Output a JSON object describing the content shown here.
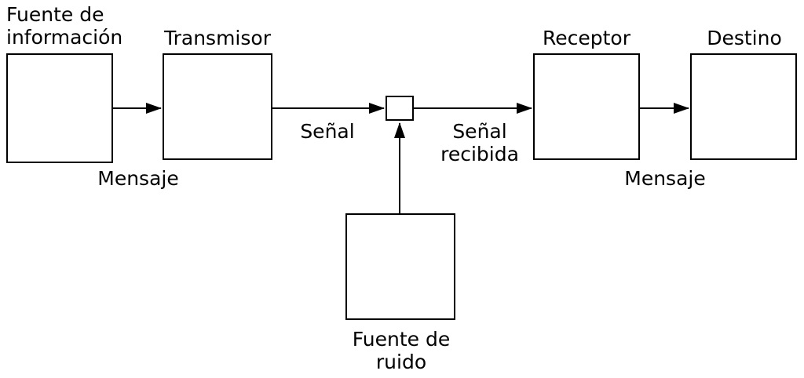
{
  "nodes": {
    "information_source": "Fuente de\ninformación",
    "transmitter": "Transmisor",
    "receiver": "Receptor",
    "destination": "Destino",
    "noise_source": "Fuente de\nruido"
  },
  "labels": {
    "message_left": "Mensaje",
    "signal": "Señal",
    "signal_received": "Señal\nrecibida",
    "message_right": "Mensaje"
  },
  "colors": {
    "stroke": "#000000",
    "background": "#ffffff"
  }
}
